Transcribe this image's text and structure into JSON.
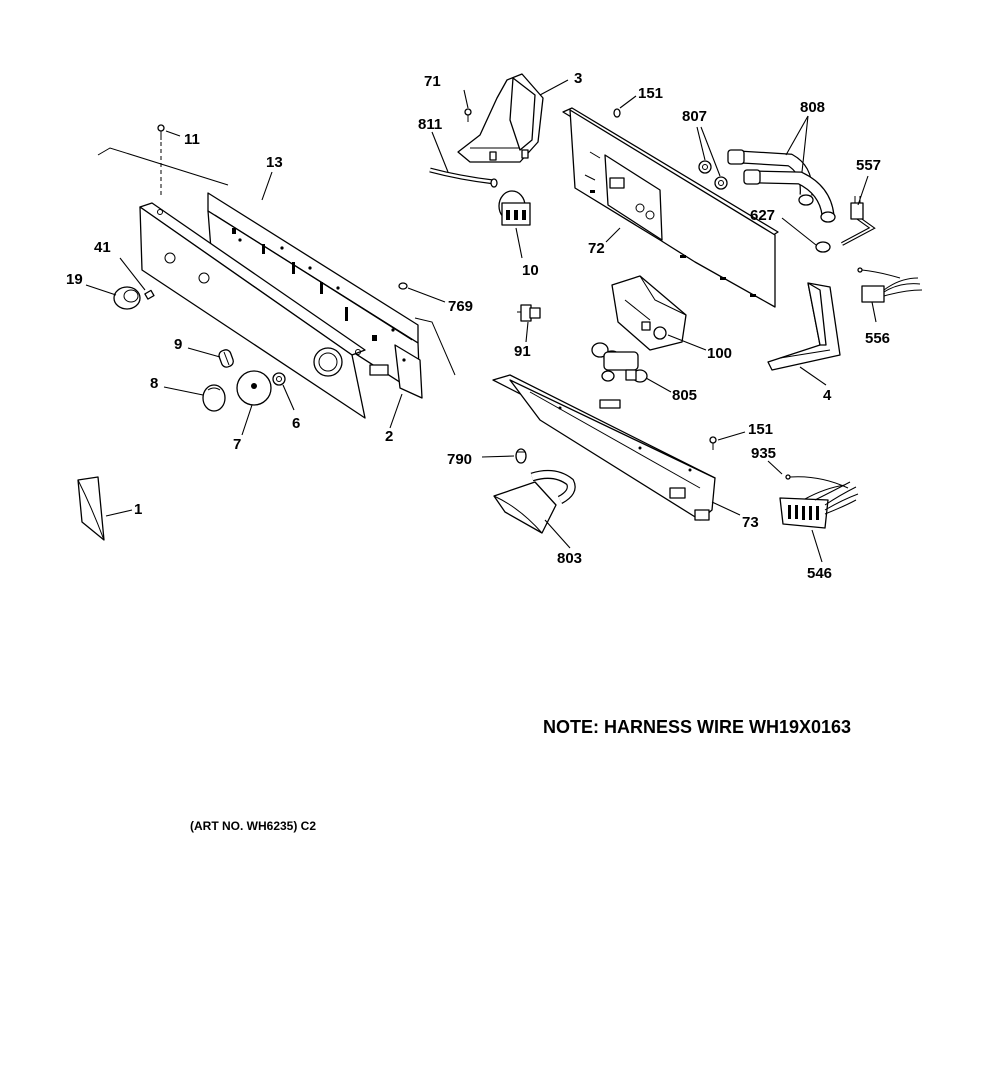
{
  "diagram": {
    "labels": [
      {
        "id": "71",
        "text": "71"
      },
      {
        "id": "3",
        "text": "3"
      },
      {
        "id": "151a",
        "text": "151"
      },
      {
        "id": "807",
        "text": "807"
      },
      {
        "id": "808",
        "text": "808"
      },
      {
        "id": "811",
        "text": "811"
      },
      {
        "id": "11",
        "text": "11"
      },
      {
        "id": "13",
        "text": "13"
      },
      {
        "id": "557",
        "text": "557"
      },
      {
        "id": "627",
        "text": "627"
      },
      {
        "id": "72",
        "text": "72"
      },
      {
        "id": "41",
        "text": "41"
      },
      {
        "id": "19",
        "text": "19"
      },
      {
        "id": "10",
        "text": "10"
      },
      {
        "id": "769",
        "text": "769"
      },
      {
        "id": "556",
        "text": "556"
      },
      {
        "id": "91",
        "text": "91"
      },
      {
        "id": "100",
        "text": "100"
      },
      {
        "id": "9",
        "text": "9"
      },
      {
        "id": "8",
        "text": "8"
      },
      {
        "id": "805",
        "text": "805"
      },
      {
        "id": "4",
        "text": "4"
      },
      {
        "id": "6",
        "text": "6"
      },
      {
        "id": "7",
        "text": "7"
      },
      {
        "id": "2",
        "text": "2"
      },
      {
        "id": "151b",
        "text": "151"
      },
      {
        "id": "935",
        "text": "935"
      },
      {
        "id": "790",
        "text": "790"
      },
      {
        "id": "1",
        "text": "1"
      },
      {
        "id": "73",
        "text": "73"
      },
      {
        "id": "803",
        "text": "803"
      },
      {
        "id": "546",
        "text": "546"
      }
    ],
    "note": "NOTE: HARNESS WIRE WH19X0163",
    "art_number": "(ART NO. WH6235) C2"
  }
}
